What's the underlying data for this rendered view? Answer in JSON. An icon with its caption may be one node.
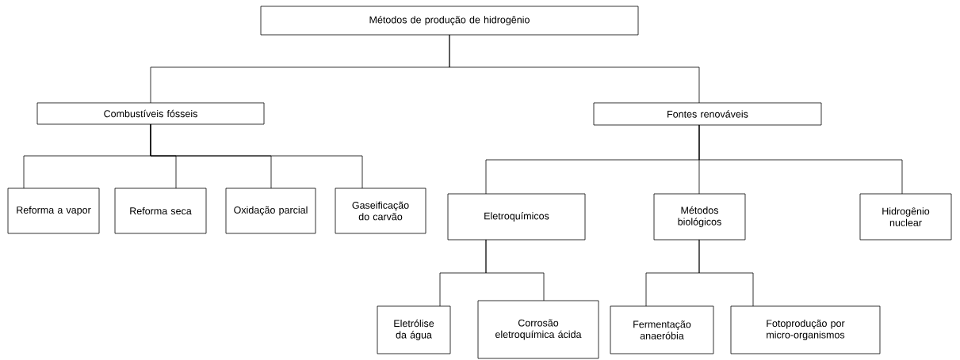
{
  "diagram": {
    "nodes": [
      {
        "text": [
          "Métodos de produção de hidrogênio"
        ]
      },
      {
        "text": [
          "Combustíveis fósseis"
        ]
      },
      {
        "text": [
          "Fontes renováveis"
        ]
      },
      {
        "text": [
          "Reforma a vapor"
        ]
      },
      {
        "text": [
          "Reforma seca"
        ]
      },
      {
        "text": [
          "Oxidação parcial"
        ]
      },
      {
        "text": [
          "Gaseificação do carvão"
        ]
      },
      {
        "text": [
          "Eletroquímicos"
        ]
      },
      {
        "text": [
          "Métodos biológicos"
        ]
      },
      {
        "text": [
          "Hidrogênio nuclear"
        ]
      },
      {
        "text": [
          "Eletrólise da água"
        ]
      },
      {
        "text": [
          "Corrosão eletroquímica ácida"
        ]
      },
      {
        "text": [
          "Fermentação anaeróbia"
        ]
      },
      {
        "text": [
          "Fotoprodução por micro-organismos"
        ]
      }
    ],
    "edges": [
      {
        "from": 0,
        "to": 1,
        "arrow": "none"
      },
      {
        "from": 0,
        "to": 2,
        "arrow": "none"
      },
      {
        "from": 1,
        "to": 3,
        "arrow": "none"
      },
      {
        "from": 1,
        "to": 4,
        "arrow": "none"
      },
      {
        "from": 1,
        "to": 5,
        "arrow": "none"
      },
      {
        "from": 1,
        "to": 6,
        "arrow": "none"
      },
      {
        "from": 2,
        "to": 7,
        "arrow": "none"
      },
      {
        "from": 2,
        "to": 8,
        "arrow": "none"
      },
      {
        "from": 2,
        "to": 9,
        "arrow": "none"
      },
      {
        "from": 7,
        "to": 10,
        "arrow": "none"
      },
      {
        "from": 7,
        "to": 11,
        "arrow": "none"
      },
      {
        "from": 8,
        "to": 12,
        "arrow": "none"
      },
      {
        "from": 8,
        "to": 13,
        "arrow": "none"
      }
    ]
  }
}
